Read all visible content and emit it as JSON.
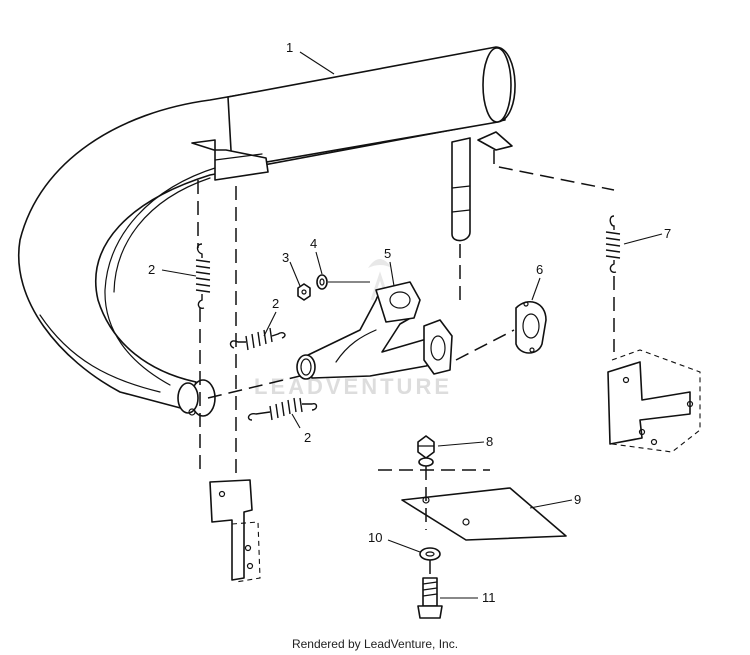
{
  "callouts": [
    {
      "id": "1",
      "text": "1"
    },
    {
      "id": "2a",
      "text": "2"
    },
    {
      "id": "2b",
      "text": "2"
    },
    {
      "id": "2c",
      "text": "2"
    },
    {
      "id": "3",
      "text": "3"
    },
    {
      "id": "4",
      "text": "4"
    },
    {
      "id": "5",
      "text": "5"
    },
    {
      "id": "6",
      "text": "6"
    },
    {
      "id": "7",
      "text": "7"
    },
    {
      "id": "8",
      "text": "8"
    },
    {
      "id": "9",
      "text": "9"
    },
    {
      "id": "10",
      "text": "10"
    },
    {
      "id": "11",
      "text": "11"
    }
  ],
  "watermark": "LEADVENTURE",
  "footer": "Rendered by LeadVenture, Inc.",
  "colors": {
    "line": "#111111",
    "background": "#ffffff",
    "watermark": "#cfcfcf"
  }
}
